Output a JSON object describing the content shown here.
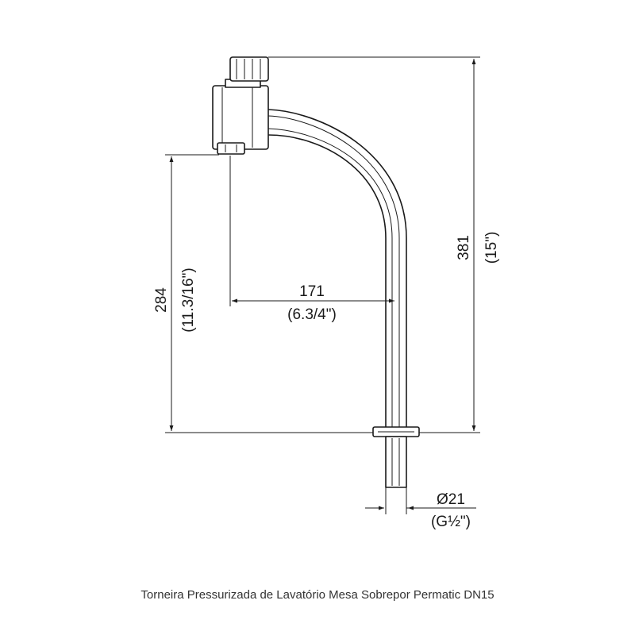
{
  "caption": "Torneira Pressurizada de Lavatório Mesa Sobrepor Permatic DN15",
  "dimensions": {
    "total_height": {
      "value": "381",
      "imperial": "(15\")"
    },
    "spout_height": {
      "value": "284",
      "imperial": "(11.3/16\")"
    },
    "reach": {
      "value": "171",
      "imperial": "(6.3/4\")"
    },
    "thread": {
      "value": "Ø21",
      "imperial": "(G½\")"
    }
  },
  "colors": {
    "line": "#1a1a1a",
    "background": "#ffffff"
  }
}
